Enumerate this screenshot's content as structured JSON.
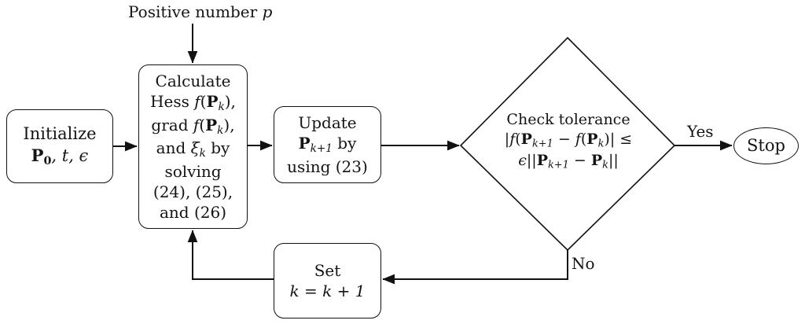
{
  "diagram": {
    "title_text": "Positive number p",
    "background": "#ffffff",
    "stroke_color": "#111111",
    "text_color": "#141414",
    "input_label": {
      "prefix": "Positive number ",
      "symbol": "p"
    },
    "nodes": {
      "initialize": {
        "shape": "rounded-rectangle",
        "lines": [
          "Initialize",
          "P0, t, ϵ"
        ],
        "line1": "Initialize",
        "p_symbol": "P",
        "p_sub": "0",
        "rest": ", t, ϵ"
      },
      "calculate": {
        "shape": "rounded-rectangle",
        "line1": "Calculate",
        "line2_pre": "Hess ",
        "line2_f": "f",
        "line2_open": "(",
        "line2_P": "P",
        "line2_sub": "k",
        "line2_close": "),",
        "line3_pre": "grad ",
        "line3_f": "f",
        "line3_open": "(",
        "line3_P": "P",
        "line3_sub": "k",
        "line3_close": "),",
        "line4_pre": "and ",
        "line4_xi": "ξ",
        "line4_sub": "k",
        "line4_post": " by",
        "line5": "solving",
        "line6": "(24), (25),",
        "line7": "and (26)"
      },
      "update": {
        "shape": "rounded-rectangle",
        "line1": "Update",
        "line2_P": "P",
        "line2_sub": "k+1",
        "line2_post": " by",
        "line3": "using (23)"
      },
      "decision": {
        "shape": "diamond",
        "line1": "Check tolerance",
        "line2": "|f(Pk+1 − f(Pk)| ≤",
        "line3": "ϵ||Pk+1 − Pk||",
        "l2_a": "|",
        "l2_f1": "f",
        "l2_b": "(",
        "l2_P1": "P",
        "l2_P1sub": "k+1",
        "l2_minus": " − ",
        "l2_f2": "f",
        "l2_c": "(",
        "l2_P2": "P",
        "l2_P2sub": "k",
        "l2_d": ")|",
        "l2_op": " ≤",
        "l3_eps": "ϵ",
        "l3_bars1": "||",
        "l3_P1": "P",
        "l3_P1sub": "k+1",
        "l3_minus": " − ",
        "l3_P2": "P",
        "l3_P2sub": "k",
        "l3_bars2": "||"
      },
      "set": {
        "shape": "rounded-rectangle",
        "line1": "Set",
        "line2": "k = k + 1"
      },
      "stop": {
        "shape": "ellipse",
        "label": "Stop"
      }
    },
    "edge_labels": {
      "yes": "Yes",
      "no": "No"
    },
    "edges": [
      {
        "from": "input-label",
        "to": "calculate",
        "direction": "down"
      },
      {
        "from": "initialize",
        "to": "calculate",
        "direction": "right"
      },
      {
        "from": "calculate",
        "to": "update",
        "direction": "right"
      },
      {
        "from": "update",
        "to": "decision",
        "direction": "right"
      },
      {
        "from": "decision",
        "to": "stop",
        "direction": "right",
        "label": "Yes"
      },
      {
        "from": "decision",
        "to": "set",
        "direction": "down-left",
        "label": "No"
      },
      {
        "from": "set",
        "to": "calculate",
        "direction": "left-up"
      }
    ]
  }
}
